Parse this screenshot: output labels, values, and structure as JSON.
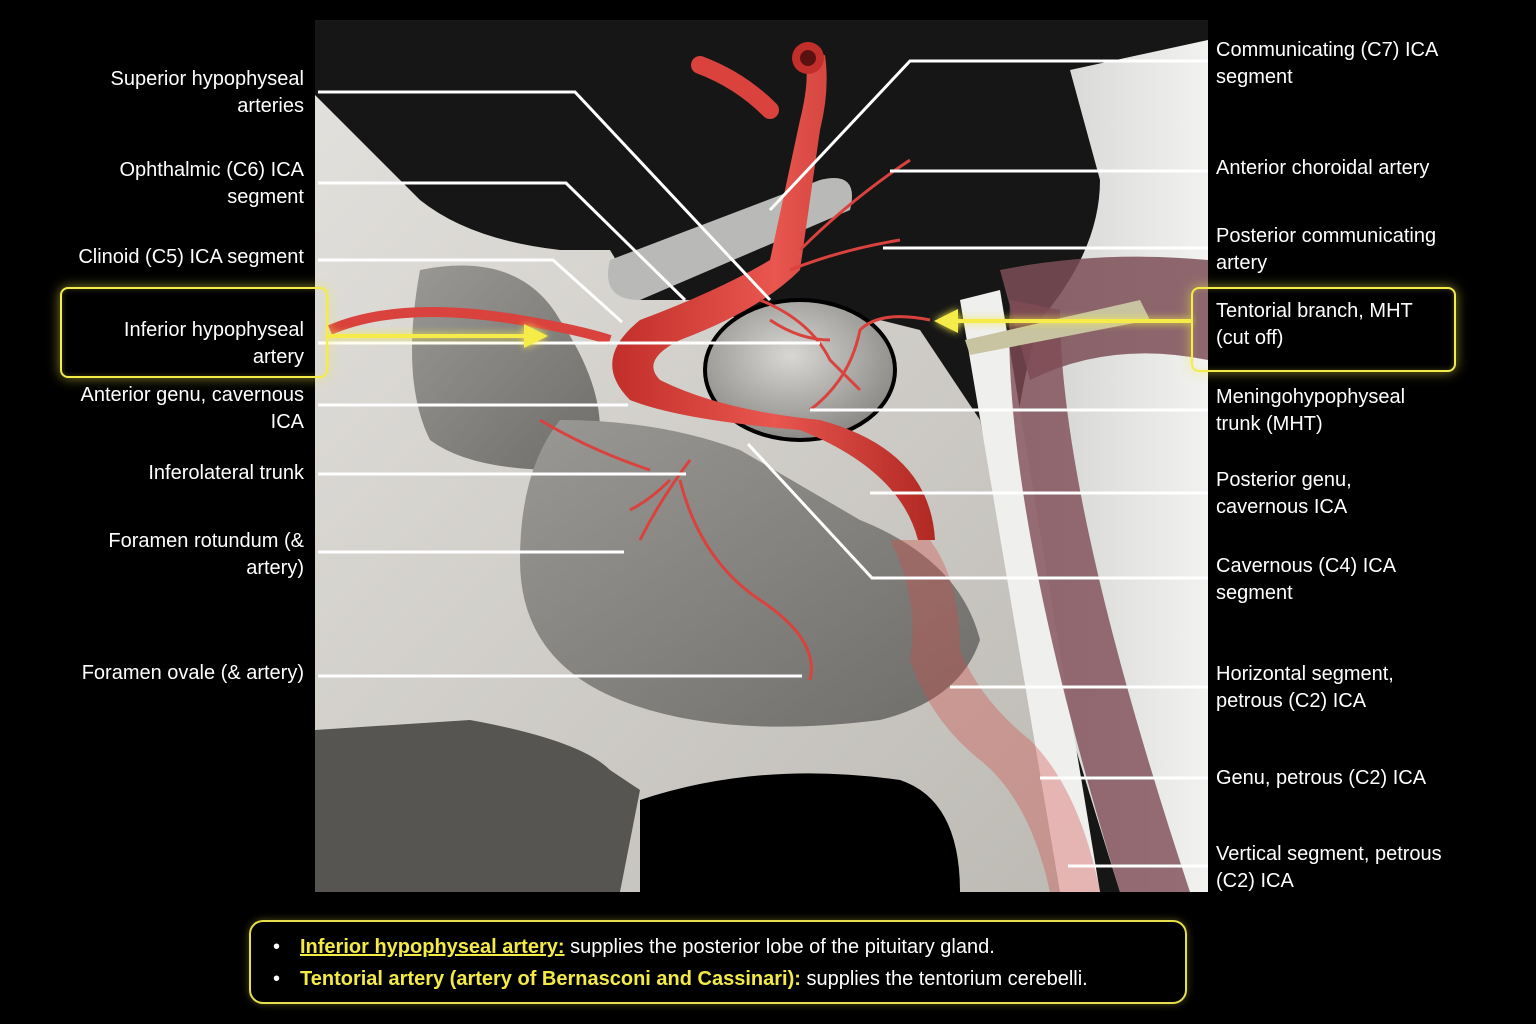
{
  "colors": {
    "background": "#000000",
    "highlight": "#f5ec4a",
    "artery": "#d9423d",
    "bone": "#d4d2cd"
  },
  "labels_left": [
    {
      "text": "Superior hypophyseal\narteries"
    },
    {
      "text": "Ophthalmic (C6) ICA\nsegment"
    },
    {
      "text": "Clinoid (C5) ICA segment"
    },
    {
      "text": "Inferior hypophyseal\nartery",
      "highlighted": true
    },
    {
      "text": "Anterior genu, cavernous\nICA"
    },
    {
      "text": "Inferolateral trunk"
    },
    {
      "text": "Foramen rotundum (&\nartery)"
    },
    {
      "text": "Foramen ovale (& artery)"
    }
  ],
  "labels_right": [
    {
      "text": "Communicating (C7) ICA\nsegment"
    },
    {
      "text": "Anterior choroidal artery"
    },
    {
      "text": "Posterior communicating\nartery"
    },
    {
      "text": "Tentorial branch, MHT\n(cut off)",
      "highlighted": true
    },
    {
      "text": "Meningohypophyseal\ntrunk (MHT)"
    },
    {
      "text": "Posterior genu,\ncavernous ICA"
    },
    {
      "text": "Cavernous (C4) ICA\nsegment"
    },
    {
      "text": "Horizontal segment,\npetrous (C2) ICA"
    },
    {
      "text": "Genu, petrous (C2) ICA"
    },
    {
      "text": "Vertical segment, petrous\n(C2) ICA"
    }
  ],
  "summary": [
    {
      "term": "Inferior hypophyseal artery:",
      "text": " supplies the posterior lobe of the pituitary gland."
    },
    {
      "term": "Tentorial artery (artery of Bernasconi and Cassinari):",
      "text": " supplies the tentorium cerebelli."
    }
  ],
  "summary_bullet": "•"
}
